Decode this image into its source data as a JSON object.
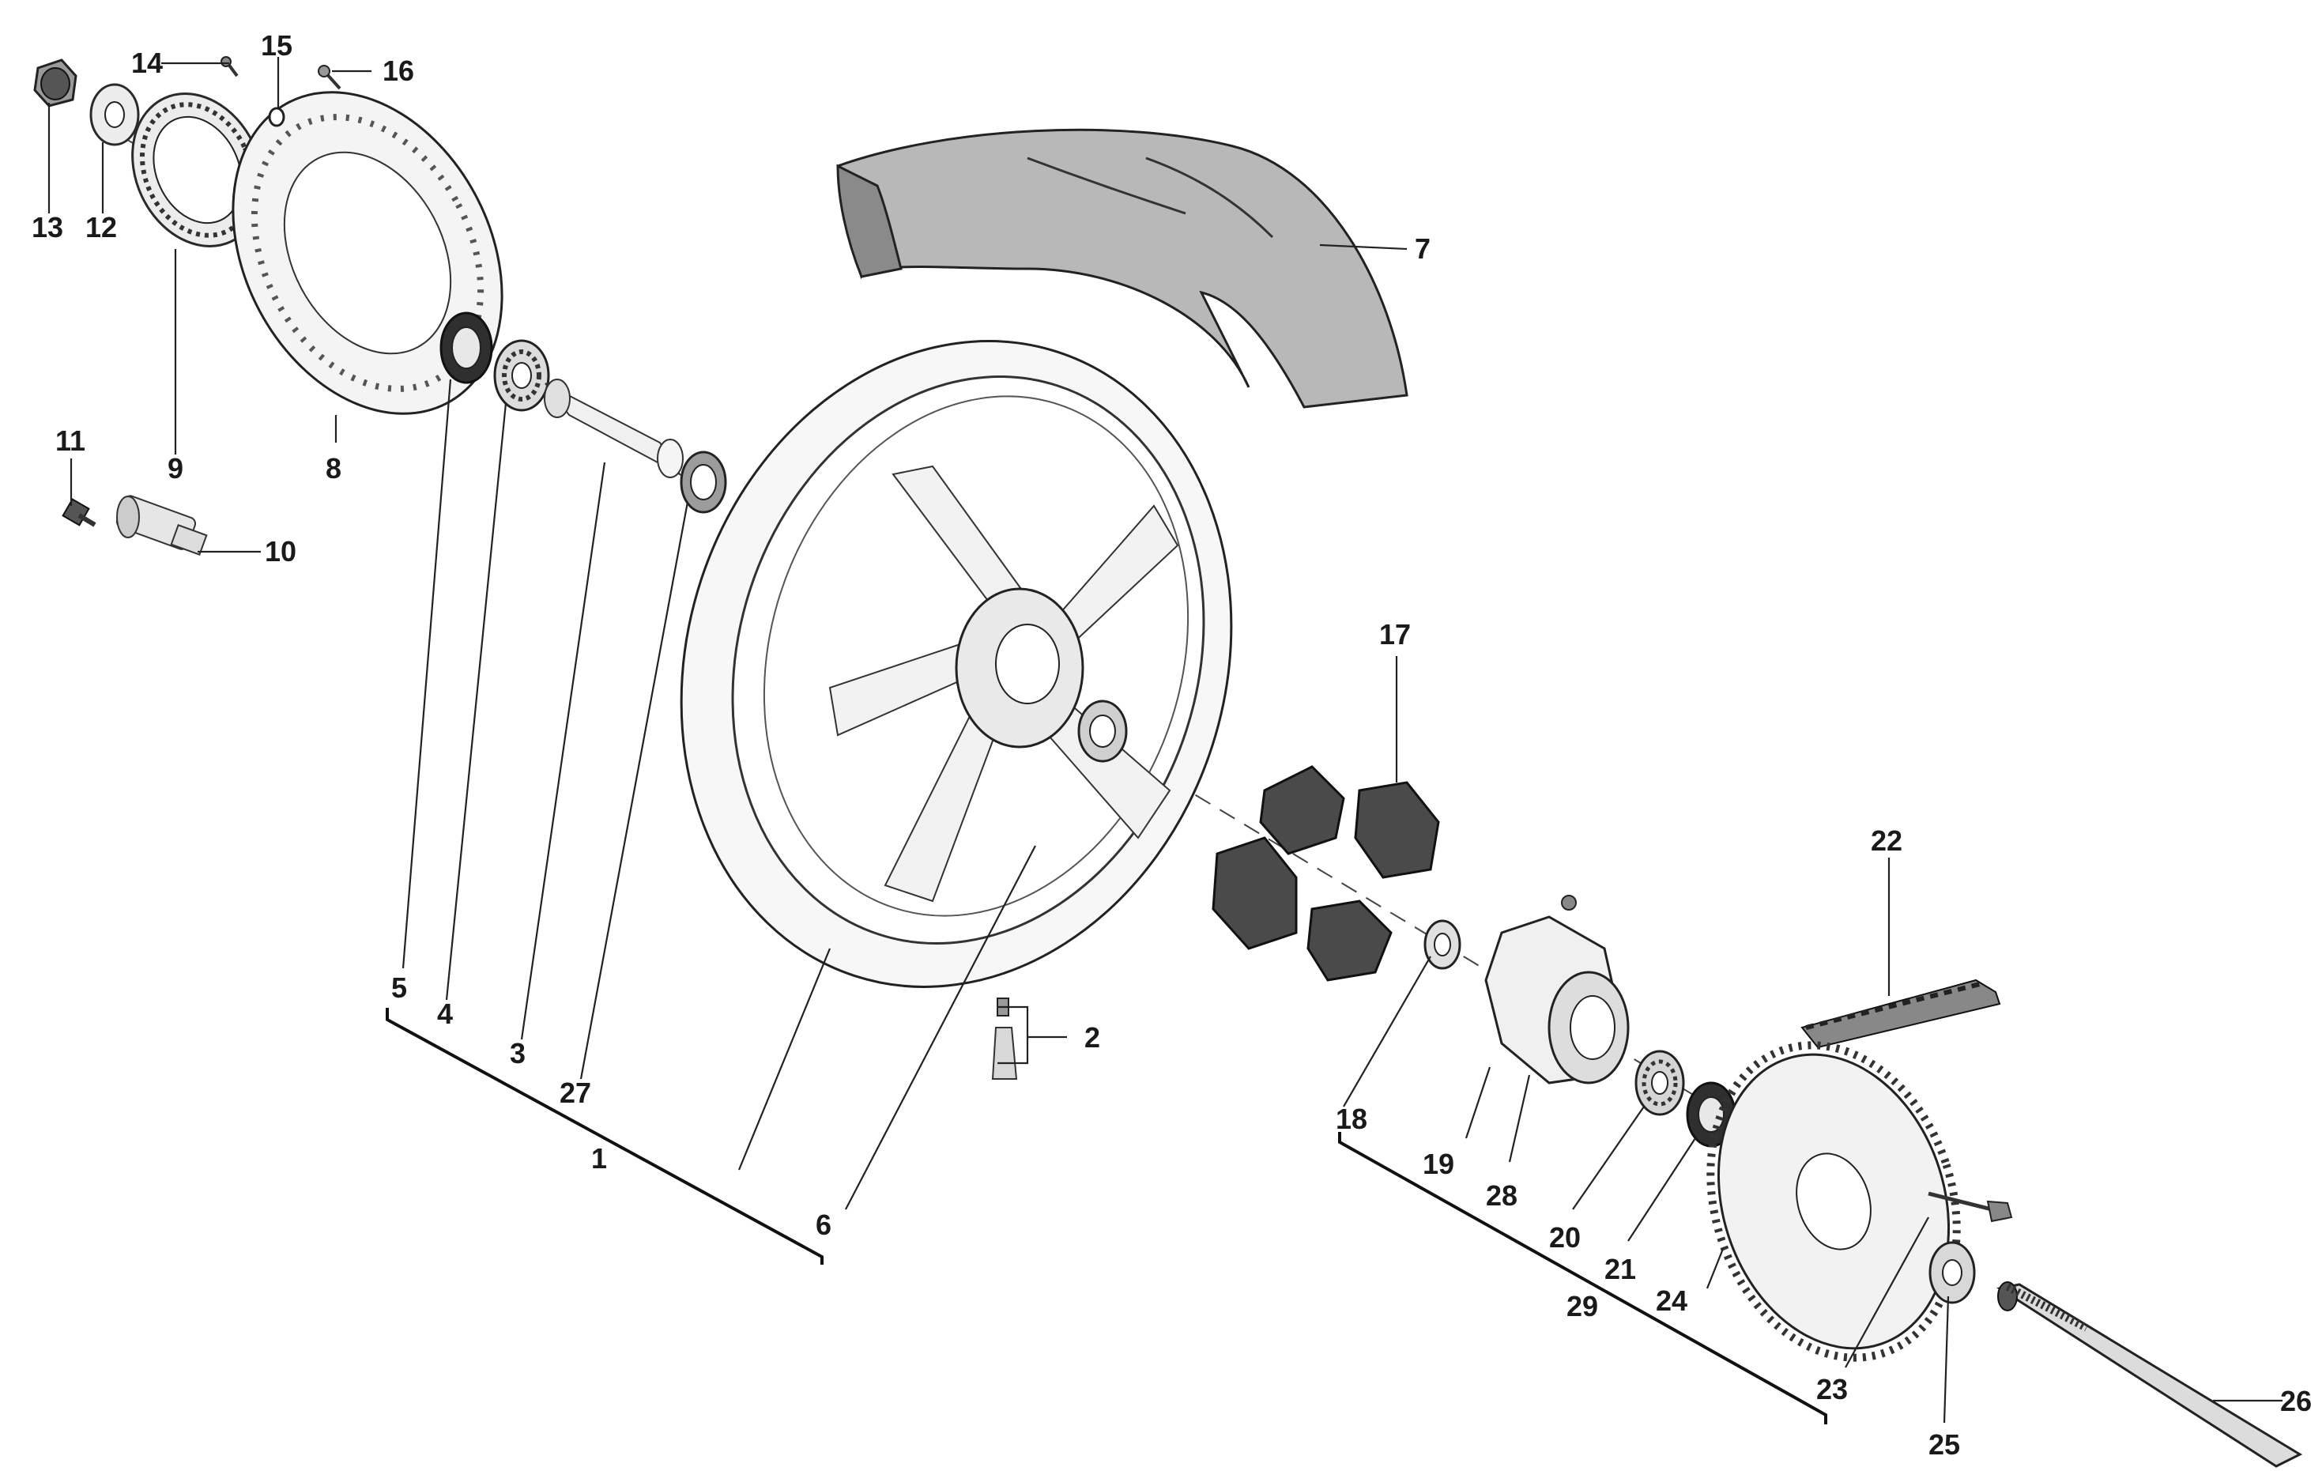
{
  "labels": {
    "n1": "1",
    "n2": "2",
    "n3": "3",
    "n4": "4",
    "n5": "5",
    "n6": "6",
    "n7": "7",
    "n8": "8",
    "n9": "9",
    "n10": "10",
    "n11": "11",
    "n12": "12",
    "n13": "13",
    "n14": "14",
    "n15": "15",
    "n16": "16",
    "n17": "17",
    "n18": "18",
    "n19": "19",
    "n20": "20",
    "n21": "21",
    "n22": "22",
    "n23": "23",
    "n24": "24",
    "n25": "25",
    "n26": "26",
    "n27": "27",
    "n28": "28",
    "n29": "29"
  },
  "colors": {
    "line": "#222222",
    "tire": "#b8b8b8",
    "tire_inner": "#8a8a8a",
    "rubber_damper": "#4a4a4a",
    "background": "#ffffff"
  }
}
